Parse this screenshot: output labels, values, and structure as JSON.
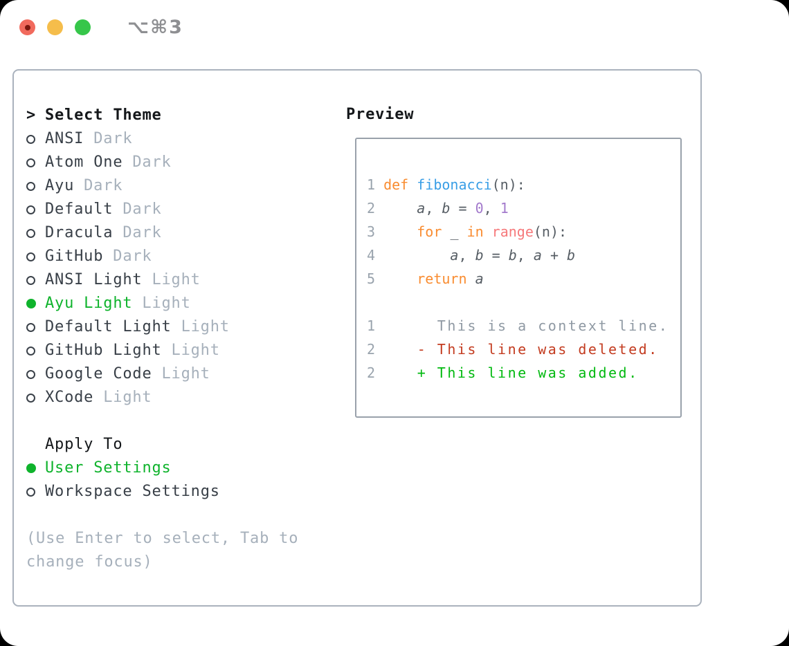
{
  "titlebar": {
    "shortcut": "⌥⌘3",
    "buttons": [
      {
        "name": "close",
        "color": "#f16a5d",
        "dot": "#7b170e"
      },
      {
        "name": "minimize",
        "color": "#f5bd4b",
        "dot": ""
      },
      {
        "name": "zoom",
        "color": "#36c64a",
        "dot": ""
      }
    ]
  },
  "colors": {
    "panel_border": "#aab2bd",
    "preview_border": "#99a1ab",
    "header_text": "#14171a",
    "item_text": "#383f47",
    "muted_text": "#a6b0bb",
    "help_text": "#a6b0bb",
    "accent_green": "#0fb32c",
    "shortcut_text": "#8e8f92"
  },
  "theme_list": {
    "header_prefix": ">",
    "header": "Select Theme",
    "items": [
      {
        "name": "ANSI",
        "variant": "Dark",
        "selected": false
      },
      {
        "name": "Atom One",
        "variant": "Dark",
        "selected": false
      },
      {
        "name": "Ayu",
        "variant": "Dark",
        "selected": false
      },
      {
        "name": "Default",
        "variant": "Dark",
        "selected": false
      },
      {
        "name": "Dracula",
        "variant": "Dark",
        "selected": false
      },
      {
        "name": "GitHub",
        "variant": "Dark",
        "selected": false
      },
      {
        "name": "ANSI Light",
        "variant": "Light",
        "selected": false
      },
      {
        "name": "Ayu Light",
        "variant": "Light",
        "selected": true
      },
      {
        "name": "Default Light",
        "variant": "Light",
        "selected": false
      },
      {
        "name": "GitHub Light",
        "variant": "Light",
        "selected": false
      },
      {
        "name": "Google Code",
        "variant": "Light",
        "selected": false
      },
      {
        "name": "XCode",
        "variant": "Light",
        "selected": false
      }
    ]
  },
  "apply_to": {
    "header": "Apply To",
    "options": [
      {
        "label": "User Settings",
        "selected": true
      },
      {
        "label": "Workspace Settings",
        "selected": false
      }
    ]
  },
  "help_lines": [
    "(Use Enter to select, Tab to",
    "change focus)"
  ],
  "preview": {
    "title": "Preview",
    "syntax_palette": {
      "g": "#99a3ad",
      "fg": "#565d64",
      "kw": "#f98c30",
      "fn": "#399ee6",
      "call": "#f6797b",
      "num": "#a37acc",
      "var": "#565d64",
      "ctx": "#8f99a3",
      "del": "#c33b1f",
      "add": "#00b90f"
    },
    "code_lines": [
      {
        "gutter": "1",
        "tokens": [
          [
            "kw",
            "def "
          ],
          [
            "fn",
            "fibonacci"
          ],
          [
            "fg",
            "(n):"
          ]
        ]
      },
      {
        "gutter": "2",
        "tokens": [
          [
            "fg",
            "    "
          ],
          [
            "var",
            "a"
          ],
          [
            "fg",
            ", "
          ],
          [
            "var",
            "b"
          ],
          [
            "fg",
            " = "
          ],
          [
            "num",
            "0"
          ],
          [
            "fg",
            ", "
          ],
          [
            "num",
            "1"
          ]
        ]
      },
      {
        "gutter": "3",
        "tokens": [
          [
            "fg",
            "    "
          ],
          [
            "kw",
            "for "
          ],
          [
            "var",
            "_"
          ],
          [
            "kw",
            " in "
          ],
          [
            "call",
            "range"
          ],
          [
            "fg",
            "(n):"
          ]
        ]
      },
      {
        "gutter": "4",
        "tokens": [
          [
            "fg",
            "        "
          ],
          [
            "var",
            "a"
          ],
          [
            "fg",
            ", "
          ],
          [
            "var",
            "b"
          ],
          [
            "fg",
            " = "
          ],
          [
            "var",
            "b"
          ],
          [
            "fg",
            ", "
          ],
          [
            "var",
            "a"
          ],
          [
            "fg",
            " + "
          ],
          [
            "var",
            "b"
          ]
        ]
      },
      {
        "gutter": "5",
        "tokens": [
          [
            "fg",
            "    "
          ],
          [
            "kw",
            "return "
          ],
          [
            "var",
            "a"
          ]
        ]
      }
    ],
    "diff_lines": [
      {
        "gutter": "1",
        "tokens": [
          [
            "ctx",
            "     This is a context line."
          ]
        ]
      },
      {
        "gutter": "2",
        "tokens": [
          [
            "del",
            "   - This line was deleted."
          ]
        ]
      },
      {
        "gutter": "2",
        "tokens": [
          [
            "add",
            "   + This line was added."
          ]
        ]
      }
    ]
  }
}
